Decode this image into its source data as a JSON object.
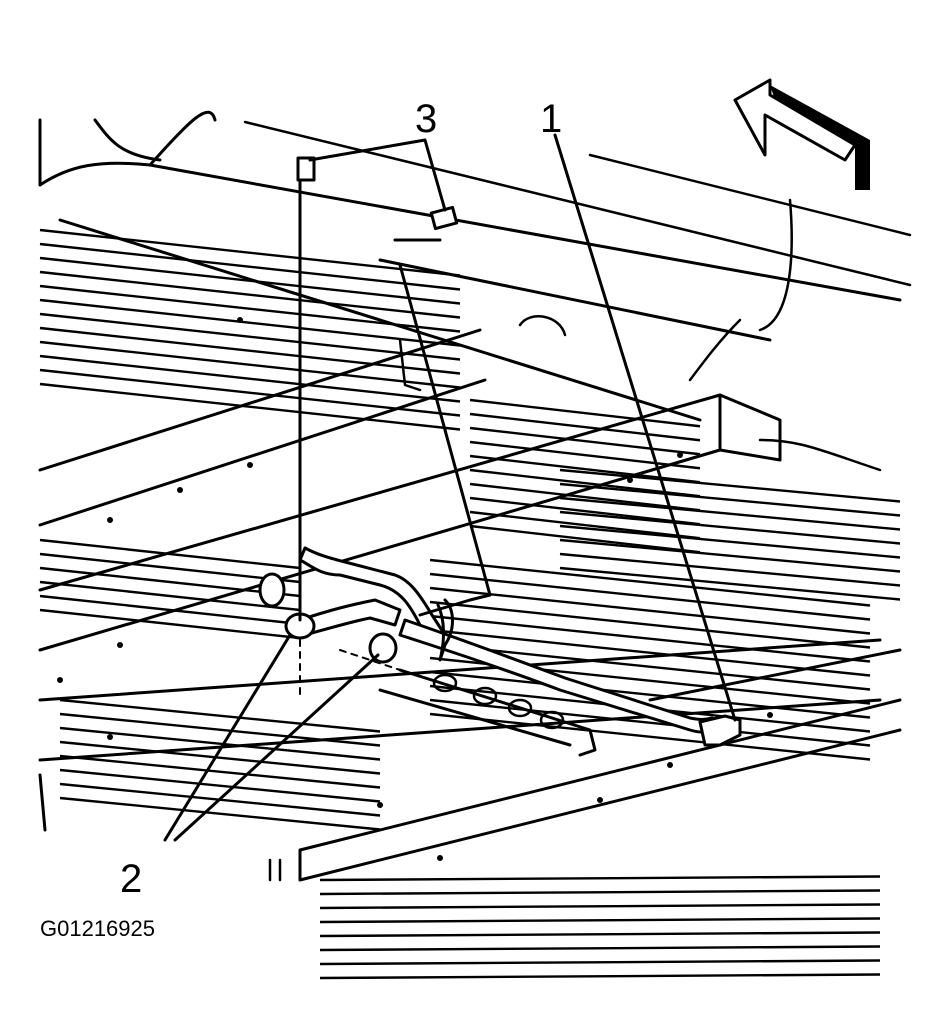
{
  "figure_id": "G01216925",
  "callouts": [
    {
      "id": "1",
      "label": "1"
    },
    {
      "id": "2",
      "label": "2"
    },
    {
      "id": "3",
      "label": "3"
    }
  ],
  "colors": {
    "ink": "#000000",
    "paper": "#ffffff"
  }
}
